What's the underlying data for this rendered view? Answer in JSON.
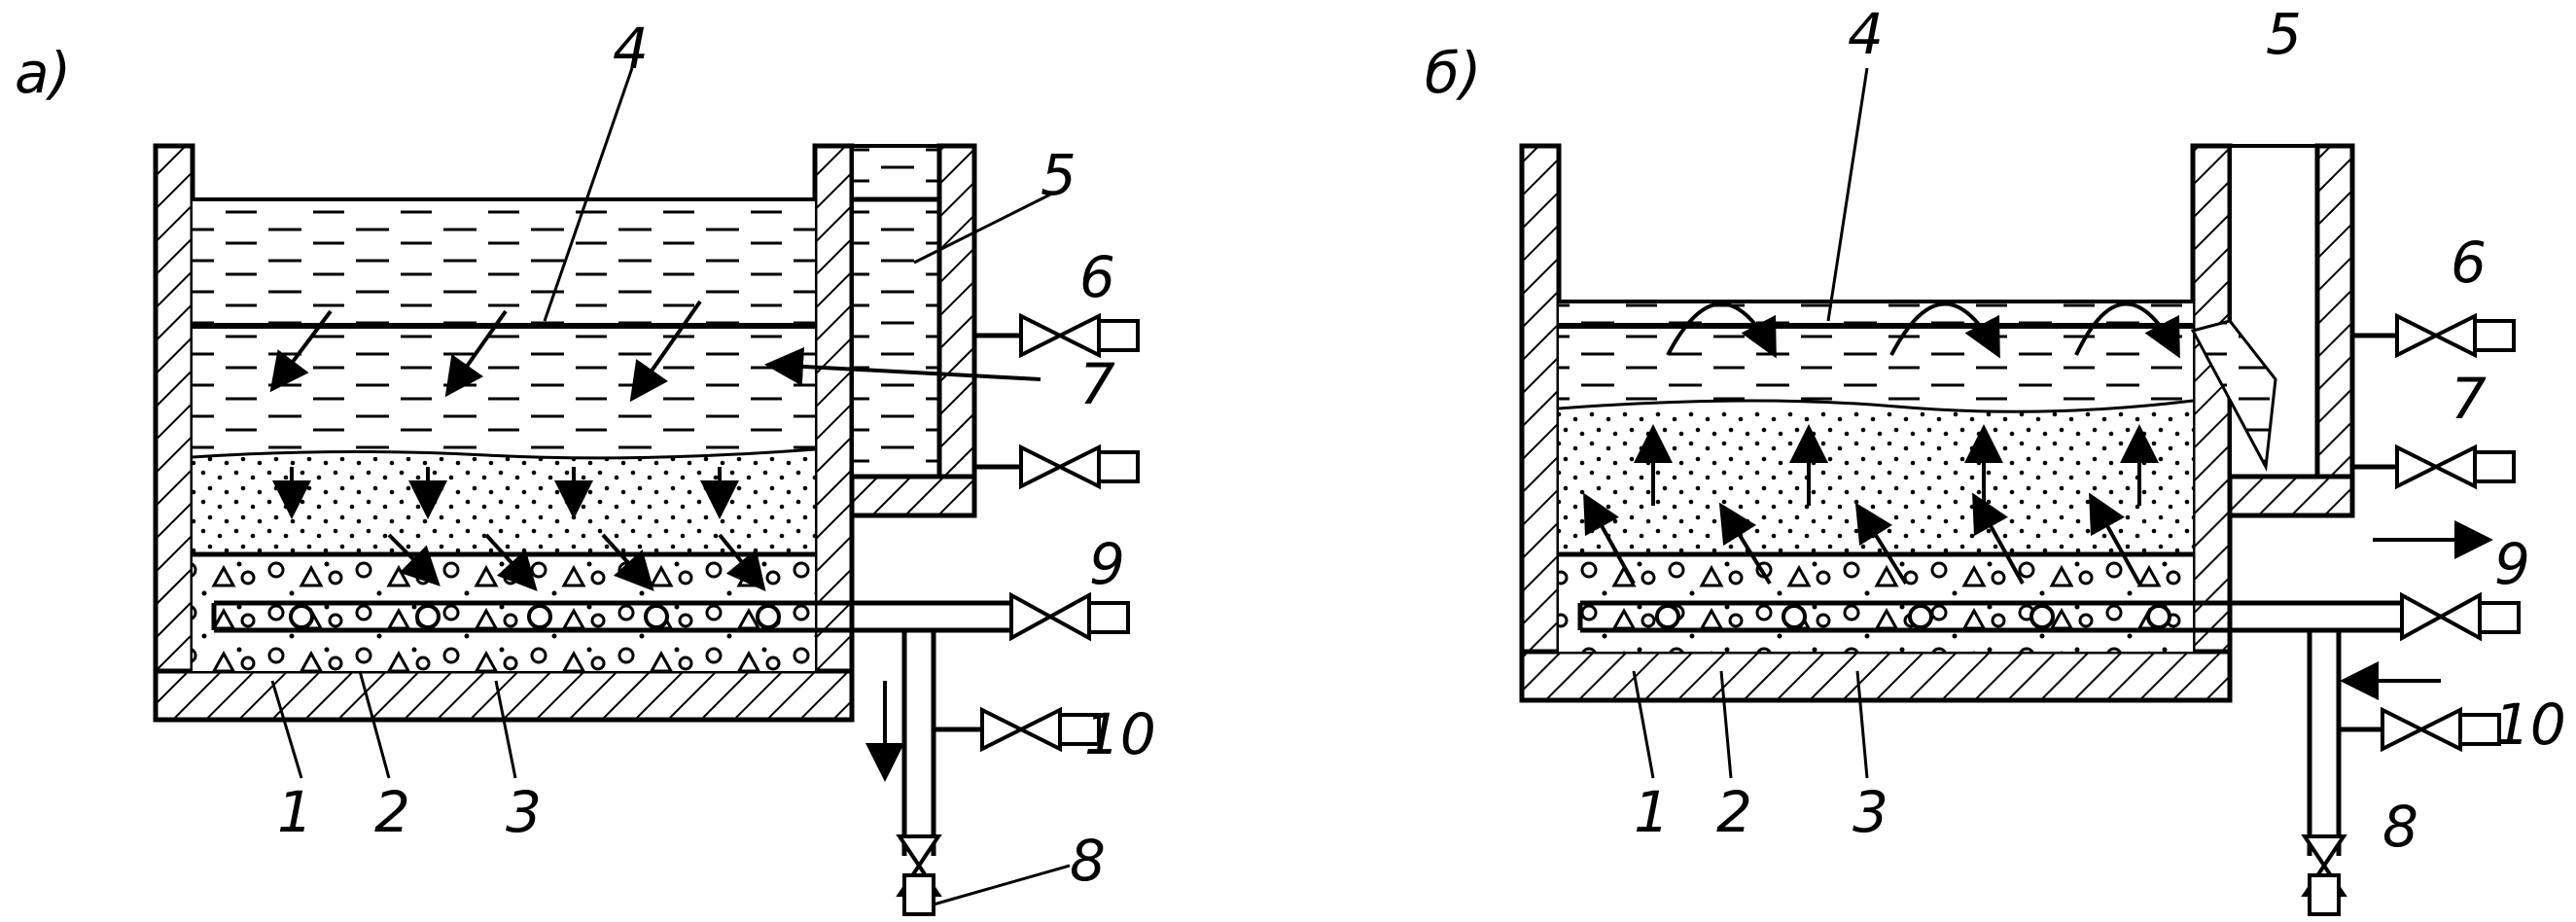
{
  "panels": [
    {
      "label": "а)",
      "callouts": {
        "n1": "1",
        "n2": "2",
        "n3": "3",
        "n4": "4",
        "n5": "5",
        "n6": "6",
        "n7": "7",
        "n8": "8",
        "n9": "9",
        "n10": "10"
      }
    },
    {
      "label": "б)",
      "callouts": {
        "n1": "1",
        "n2": "2",
        "n3": "3",
        "n4": "4",
        "n5": "5",
        "n6": "6",
        "n7": "7",
        "n8": "8",
        "n9": "9",
        "n10": "10"
      }
    }
  ]
}
